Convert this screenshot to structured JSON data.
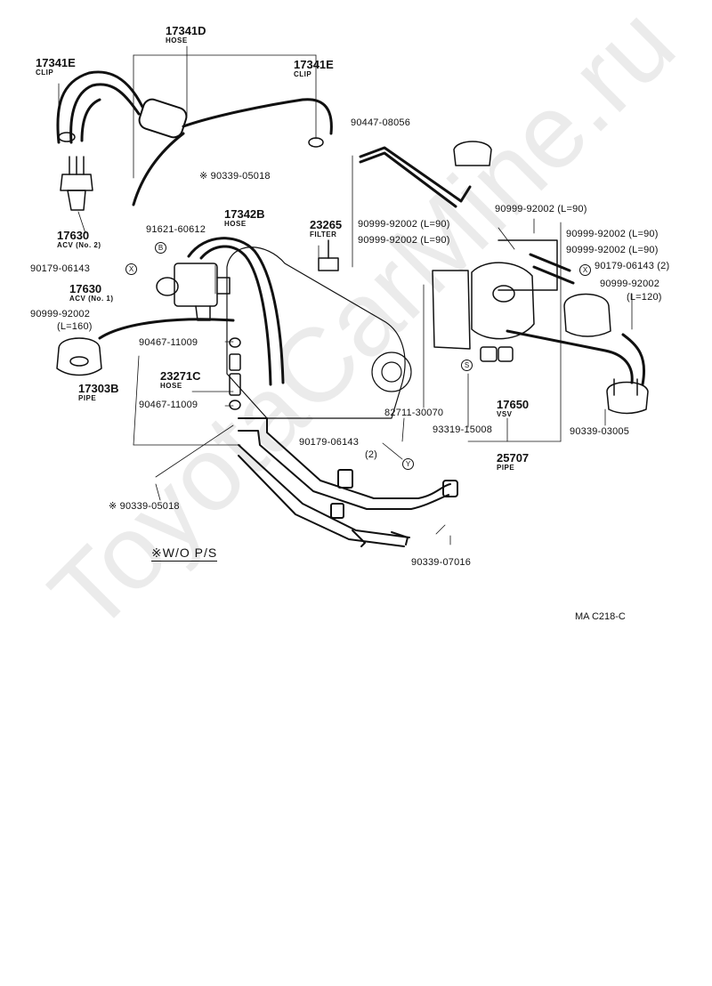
{
  "watermark": "ToyotaCarMine.ru",
  "diagram_ref": "MA C218-C",
  "note": "※W/O  P/S",
  "callouts": {
    "hose_17341d": {
      "number": "17341D",
      "name": "HOSE"
    },
    "clip_17341e_left": {
      "number": "17341E",
      "name": "CLIP"
    },
    "clip_17341e_right": {
      "number": "17341E",
      "name": "CLIP"
    },
    "acv2": {
      "number": "17630",
      "name": "ACV (No. 2)"
    },
    "acv1": {
      "number": "17630",
      "name": "ACV (No. 1)"
    },
    "hose_17342b": {
      "number": "17342B",
      "name": "HOSE"
    },
    "filter_23265": {
      "number": "23265",
      "name": "FILTER"
    },
    "pipe_17303b": {
      "number": "17303B",
      "name": "PIPE"
    },
    "hose_23271c": {
      "number": "23271C",
      "name": "HOSE"
    },
    "vsv_17650": {
      "number": "17650",
      "name": "VSV"
    },
    "pipe_25707": {
      "number": "25707",
      "name": "PIPE"
    }
  },
  "part_numbers": {
    "p90447_08056": "90447-08056",
    "p90339_05018_top": "※ 90339-05018",
    "p91621_60612": "91621-60612",
    "p90179_06143_left": "90179-06143",
    "p90999_92002_l160": "90999-92002",
    "p90999_92002_l160_len": "(L=160)",
    "p90467_11009_a": "90467-11009",
    "p90467_11009_b": "90467-11009",
    "p90339_05018_bottom": "※ 90339-05018",
    "p90179_06143_mid": "90179-06143",
    "p90179_06143_mid_qty": "(2)",
    "p82711_30070": "82711-30070",
    "p93319_15008": "93319-15008",
    "p90339_03005": "90339-03005",
    "p90339_07016": "90339-07016",
    "p90999_92002_a": "90999-92002 (L=90)",
    "p90999_92002_b": "90999-92002 (L=90)",
    "p90999_92002_c": "90999-92002 (L=90)",
    "p90999_92002_d": "90999-92002 (L=90)",
    "p90999_92002_e": "90999-92002 (L=90)",
    "p90179_06143_right": "90179-06143 (2)",
    "p90999_92002_l120": "90999-92002",
    "p90999_92002_l120_len": "(L=120)"
  },
  "bubbles": {
    "b": "B",
    "x_left": "X",
    "s": "S",
    "y": "Y",
    "x_right": "X"
  }
}
